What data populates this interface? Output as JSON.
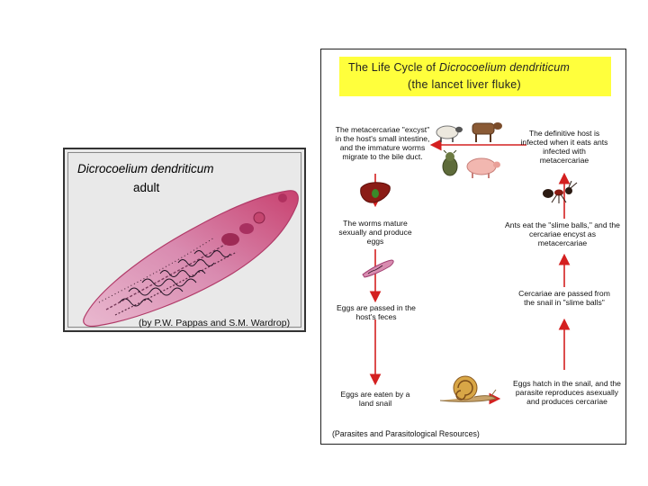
{
  "adult_panel": {
    "title": "Dicrocoelium dendriticum",
    "subtitle": "adult",
    "credit": "(by P.W. Pappas and S.M. Wardrop)",
    "colors": {
      "body": "#c23b6b",
      "tissue": "#e7a6c2",
      "glands": "#1c1020"
    }
  },
  "cycle_panel": {
    "title_prefix": "The Life Cycle of ",
    "title_species": "Dicrocoelium dendriticum",
    "title_line2": "(the lancet liver fluke)",
    "title_bg": "#ffff3c",
    "arrow_color": "#d42020",
    "steps": {
      "metacercariae_excyst": "The metacercariae \"excyst\" in the host's small intestine, and the immature worms migrate to the bile duct.",
      "definitive_host": "The definitive host is infected when it eats ants infected with metacercariae",
      "worms_mature": "The worms mature sexually and produce eggs",
      "ants_eat": "Ants eat the \"slime balls,\" and the cercariae encyst as metacercariae",
      "eggs_passed": "Eggs are passed in the host's feces",
      "cercariae_passed": "Cercariae are passed from the snail in \"slime balls\"",
      "eggs_eaten": "Eggs are eaten by a land snail",
      "eggs_hatch": "Eggs hatch in the snail, and the parasite reproduces asexually and produces cercariae"
    },
    "credit": "(Parasites and Parasitological Resources)",
    "icons": [
      "sheep-icon",
      "cow-icon",
      "deer-icon",
      "pig-icon",
      "liver-icon",
      "ant-icon",
      "adult-worm-icon",
      "snail-icon"
    ]
  }
}
